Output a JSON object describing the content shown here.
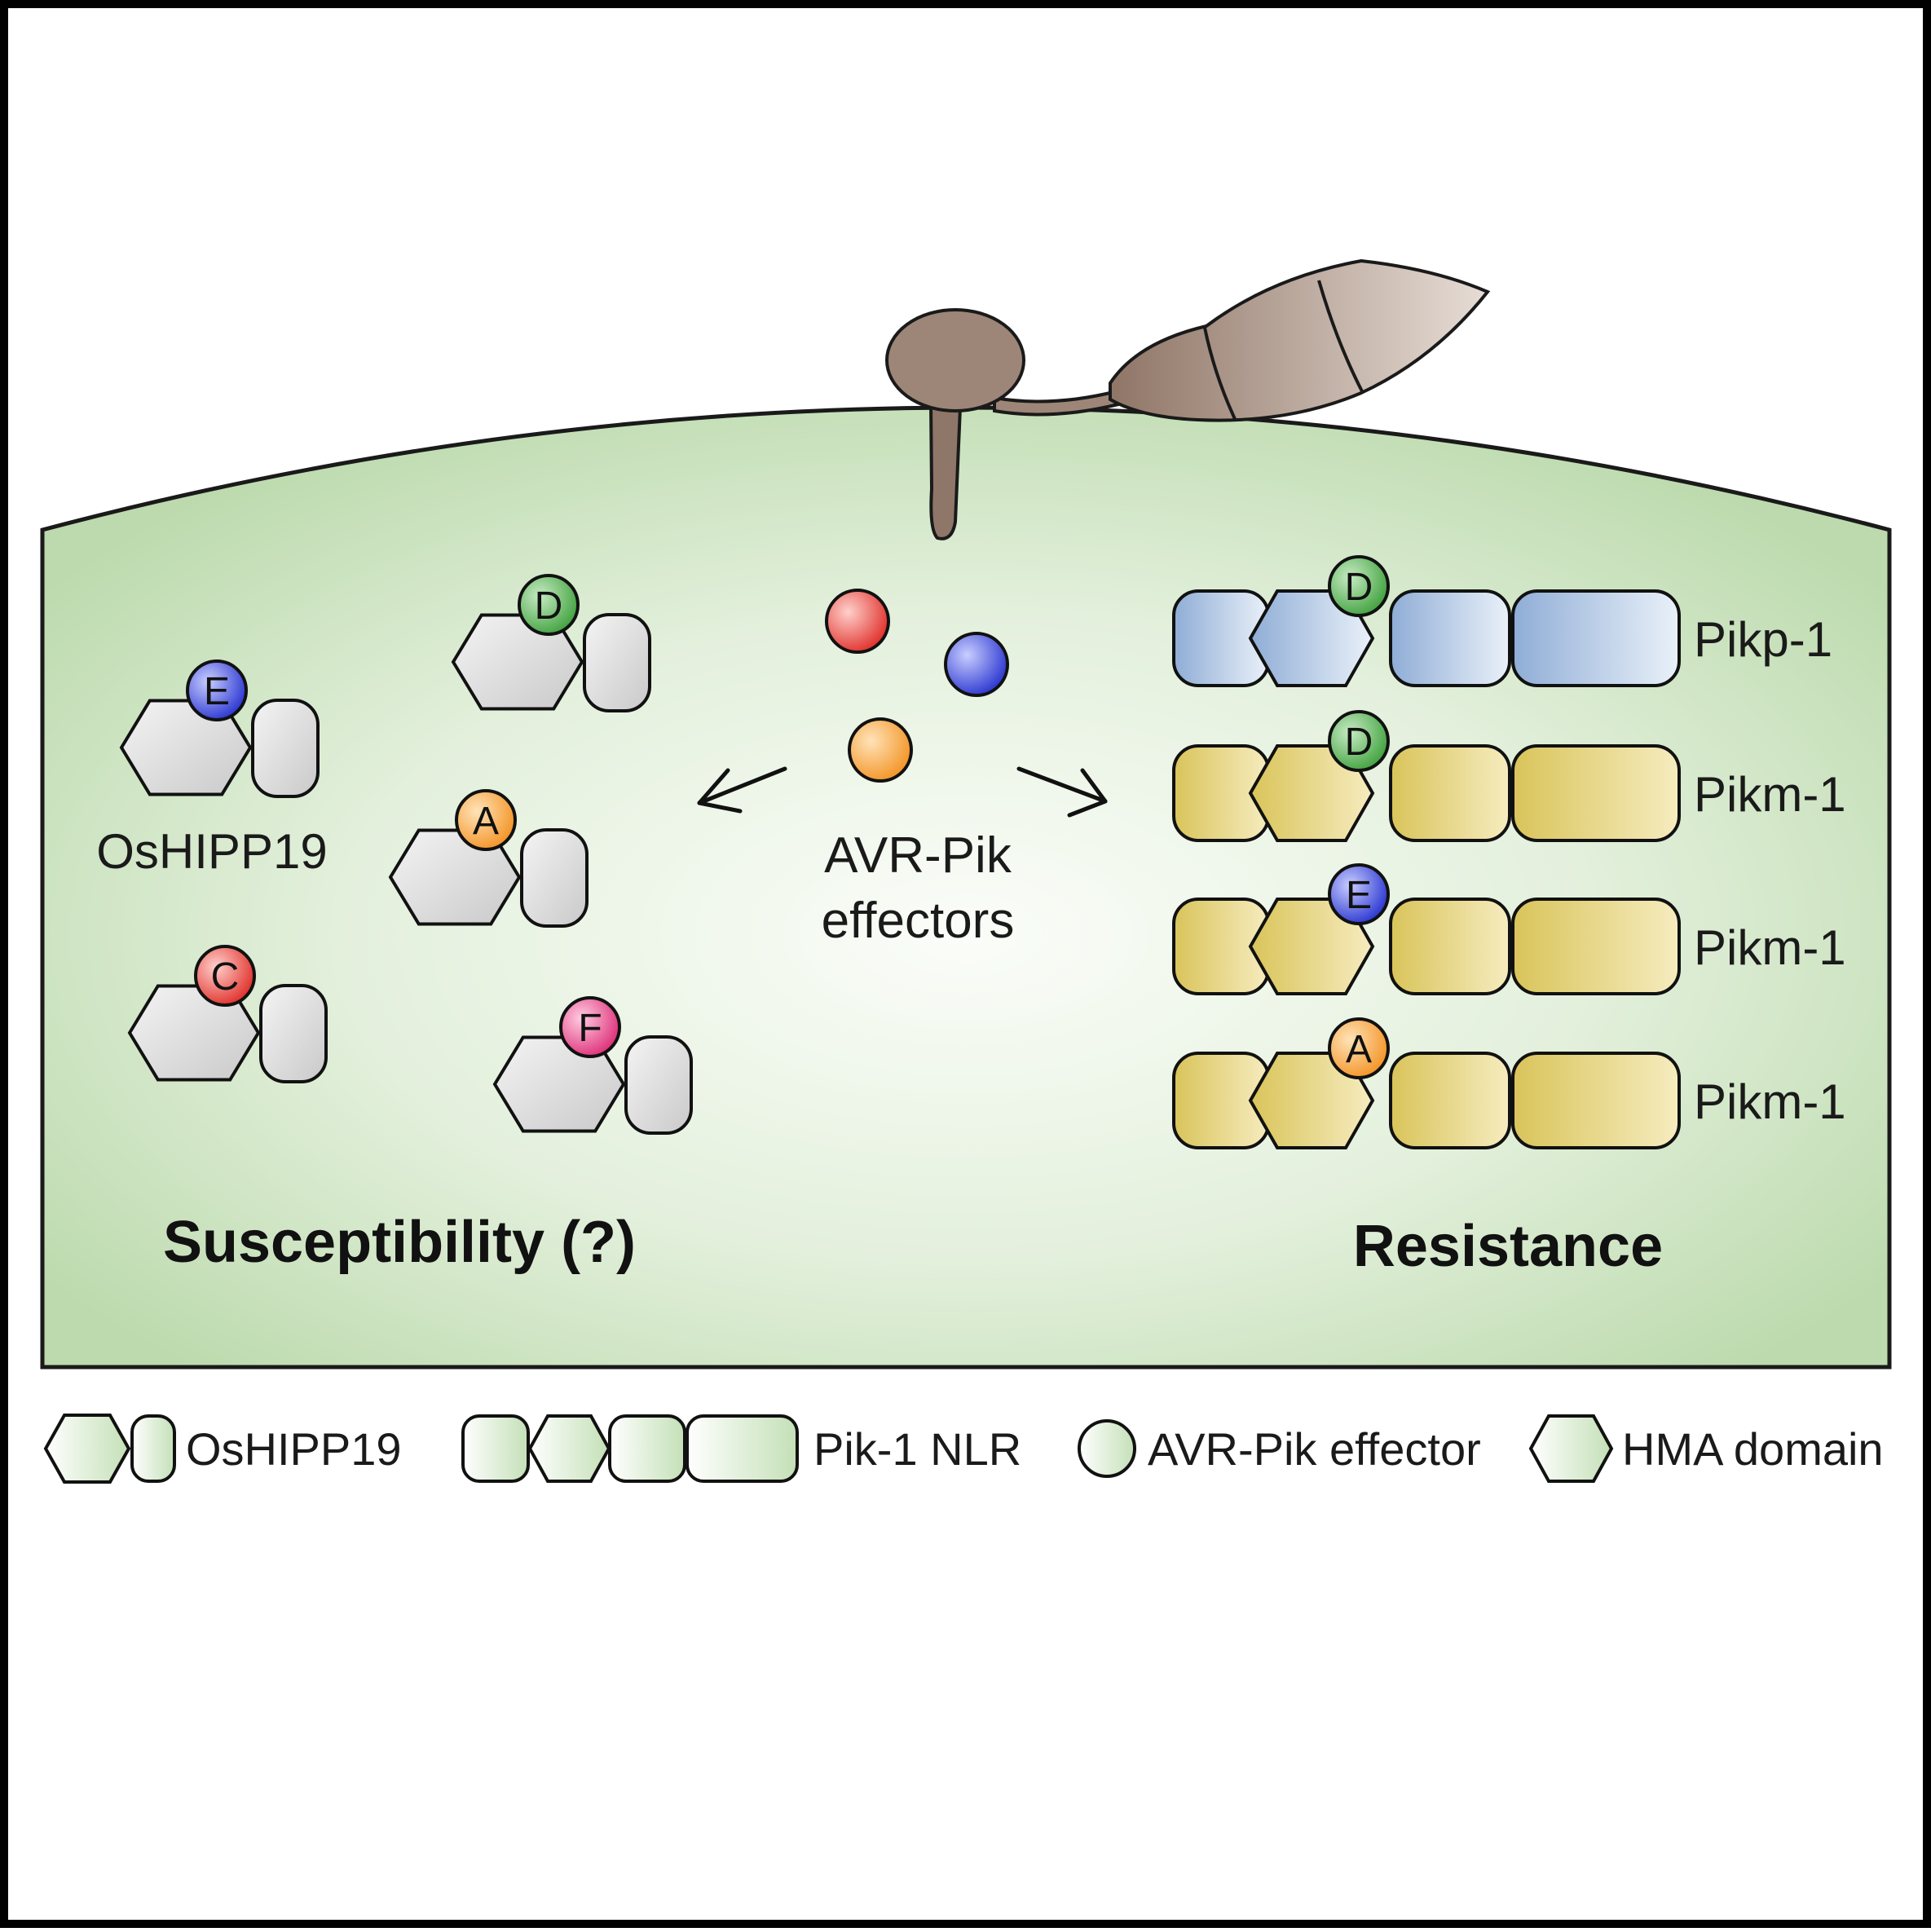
{
  "figure": {
    "effectors_label_line1": "AVR-Pik",
    "effectors_label_line2": "effectors",
    "susceptibility_label": "Susceptibility (?)",
    "resistance_label": "Resistance",
    "oshipp19_label": "OsHIPP19"
  },
  "colors": {
    "red": "#e8453c",
    "blue": "#3a48d8",
    "orange": "#f7a23a",
    "green": "#56b154",
    "pink": "#e84a8b",
    "pikp_blue": "#a9c1df",
    "pikm_yellow": "#e7d577",
    "gray": "#d9d9d9",
    "fungus": "#9d8678",
    "cell_green": "#bfdcb0"
  },
  "oshipp19_complexes": [
    {
      "letter": "E",
      "color": "blue"
    },
    {
      "letter": "D",
      "color": "green"
    },
    {
      "letter": "A",
      "color": "orange"
    },
    {
      "letter": "C",
      "color": "red"
    },
    {
      "letter": "F",
      "color": "pink"
    }
  ],
  "nlr_rows": [
    {
      "name": "Pikp-1",
      "letter": "D",
      "effector_color": "green",
      "fill": "pikp_blue"
    },
    {
      "name": "Pikm-1",
      "letter": "D",
      "effector_color": "green",
      "fill": "pikm_yellow"
    },
    {
      "name": "Pikm-1",
      "letter": "E",
      "effector_color": "blue",
      "fill": "pikm_yellow"
    },
    {
      "name": "Pikm-1",
      "letter": "A",
      "effector_color": "orange",
      "fill": "pikm_yellow"
    }
  ],
  "legend": {
    "oshipp19": "OsHIPP19",
    "pik1_nlr": "Pik-1 NLR",
    "avr_pik_effector": "AVR-Pik effector",
    "hma_domain": "HMA domain"
  }
}
